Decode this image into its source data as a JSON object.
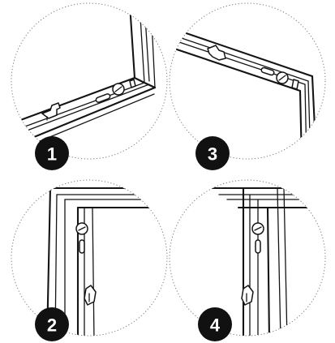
{
  "panels": [
    {
      "label": "1"
    },
    {
      "label": "2"
    },
    {
      "label": "3"
    },
    {
      "label": "4"
    }
  ],
  "colors": {
    "badge": "#111111",
    "ink": "#141414",
    "circle_outline": "#7a7a7a",
    "background": "#ffffff"
  }
}
